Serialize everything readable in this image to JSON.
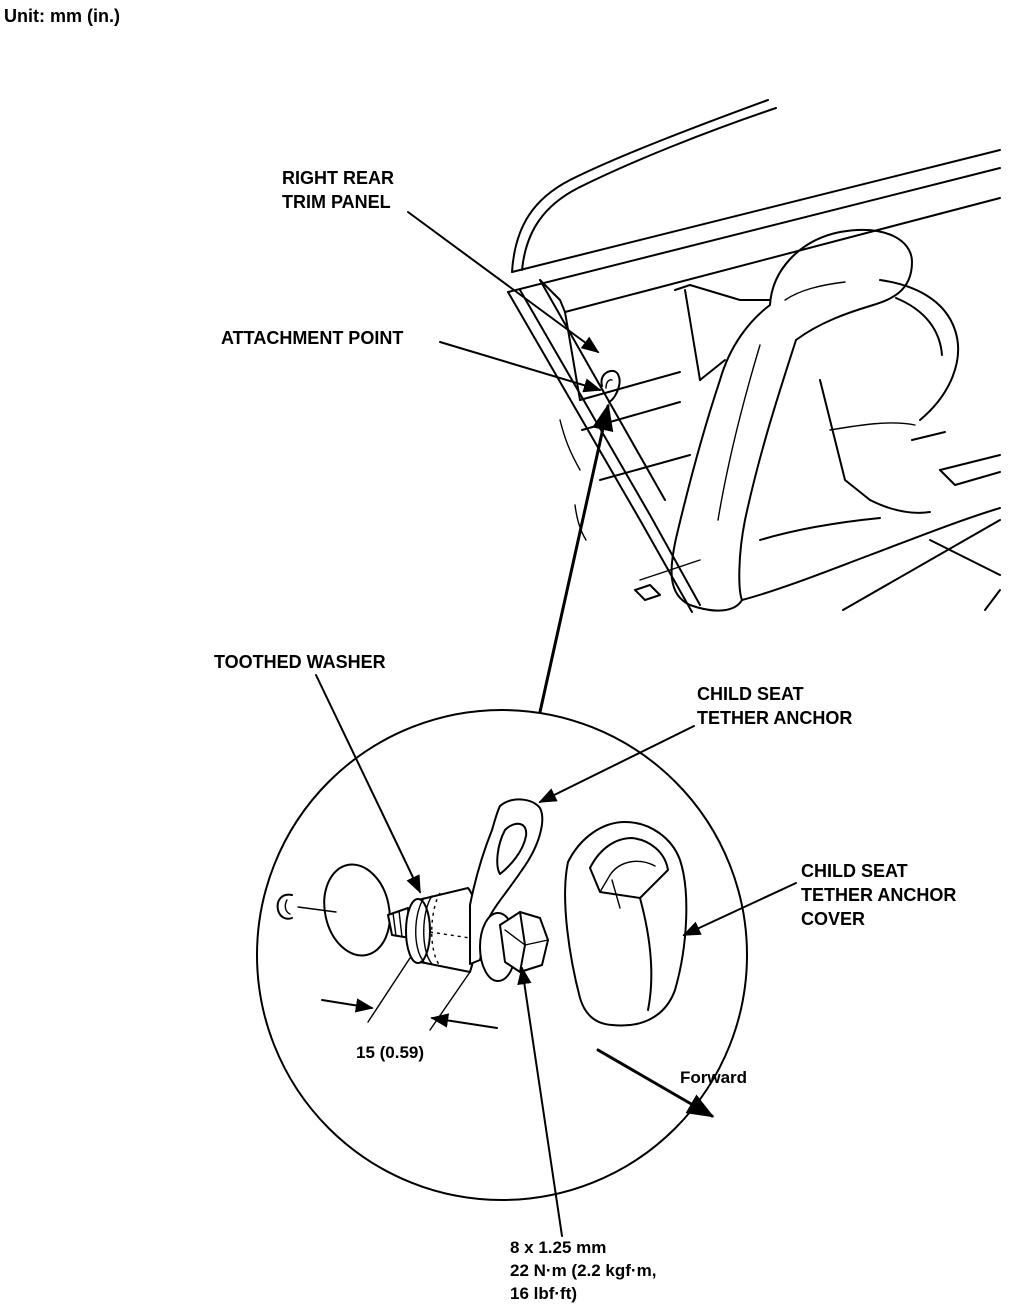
{
  "unit_label": "Unit: mm (in.)",
  "labels": {
    "trim_panel_line1": "RIGHT REAR",
    "trim_panel_line2": "TRIM PANEL",
    "attachment_point": "ATTACHMENT POINT",
    "toothed_washer": "TOOTHED WASHER",
    "anchor_line1": "CHILD SEAT",
    "anchor_line2": "TETHER ANCHOR",
    "cover_line1": "CHILD SEAT",
    "cover_line2": "TETHER ANCHOR",
    "cover_line3": "COVER",
    "dimension": "15 (0.59)",
    "forward": "Forward",
    "bolt_line1": "8 x 1.25 mm",
    "bolt_line2": "22 N·m (2.2 kgf·m,",
    "bolt_line3": "16 lbf·ft)"
  },
  "icons": {
    "arrow": "arrow-icon",
    "forward": "forward-arrow-icon"
  }
}
